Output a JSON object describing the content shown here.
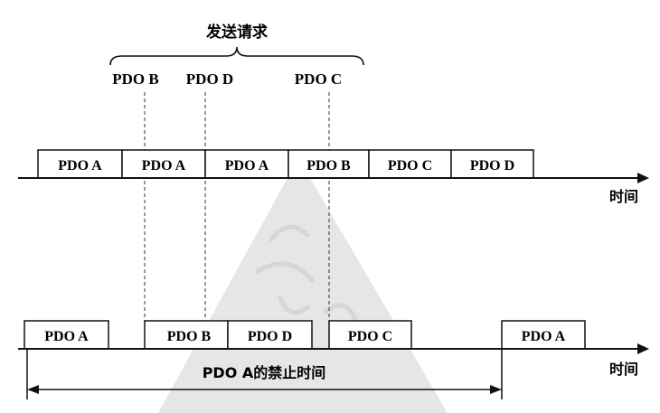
{
  "diagram": {
    "request_label": "发送请求",
    "request_items": [
      "PDO B",
      "PDO D",
      "PDO C"
    ],
    "top_timeline": {
      "boxes": [
        "PDO A",
        "PDO A",
        "PDO A",
        "PDO B",
        "PDO C",
        "PDO D"
      ],
      "axis_label": "时间"
    },
    "bottom_timeline": {
      "boxes": [
        "PDO A",
        "PDO B",
        "PDO D",
        "PDO C",
        "PDO A"
      ],
      "axis_label": "时间",
      "inhibit_label": "PDO A的禁止时间"
    },
    "colors": {
      "line": "#111111",
      "dashed": "#333333",
      "watermark": "#e6e6e6"
    }
  }
}
